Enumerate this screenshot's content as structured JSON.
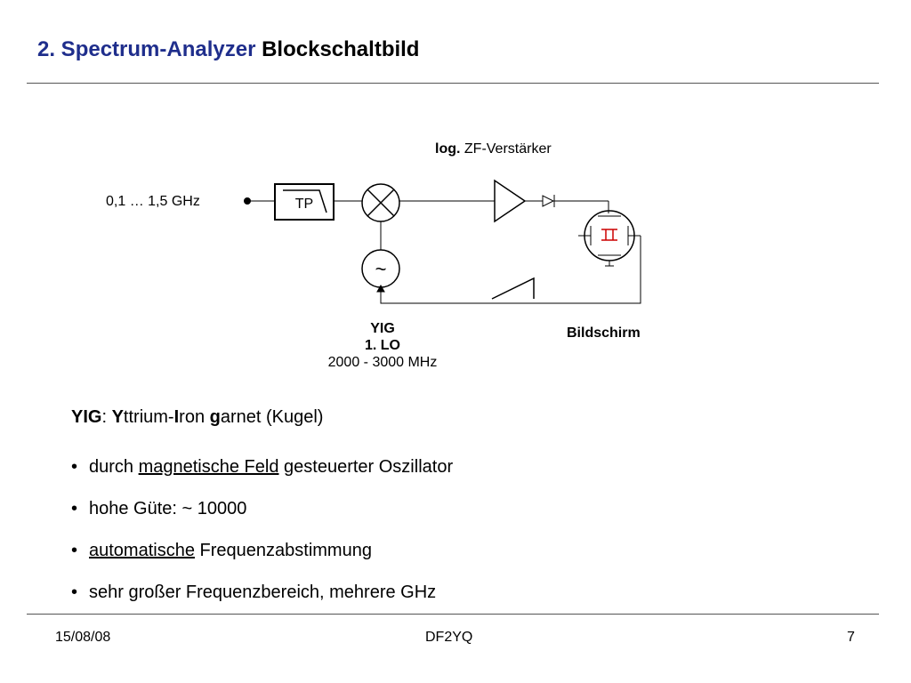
{
  "slide": {
    "title_colored": "2. Spectrum-Analyzer",
    "title_rest": "Blockschaltbild"
  },
  "diagram": {
    "input_label": "0,1 … 1,5 GHz",
    "tp_label": "TP",
    "amp_label_bold": "log.",
    "amp_label_rest": "ZF-Verstärker",
    "osc_symbol": "~",
    "yig_name": "YIG",
    "lo_name": "1. LO",
    "lo_range": "2000 - 3000 MHz",
    "screen_label": "Bildschirm"
  },
  "definition": {
    "yig_term": "YIG",
    "sep": ": ",
    "y": "Y",
    "ttrium": "ttrium-",
    "i": "I",
    "ron": "ron ",
    "g": "g",
    "arnet": "arnet  (Kugel)"
  },
  "bullets": [
    {
      "pre": "durch ",
      "u": "magnetische Feld",
      "post": " gesteuerter Oszillator"
    },
    {
      "pre": "hohe Güte: ~ 10000",
      "u": "",
      "post": ""
    },
    {
      "pre": "",
      "u": "automatische",
      "post": " Frequenzabstimmung"
    },
    {
      "pre": "sehr großer Frequenzbereich, mehrere GHz",
      "u": "",
      "post": ""
    }
  ],
  "footer": {
    "date": "15/08/08",
    "center": "DF2YQ",
    "page": "7"
  }
}
